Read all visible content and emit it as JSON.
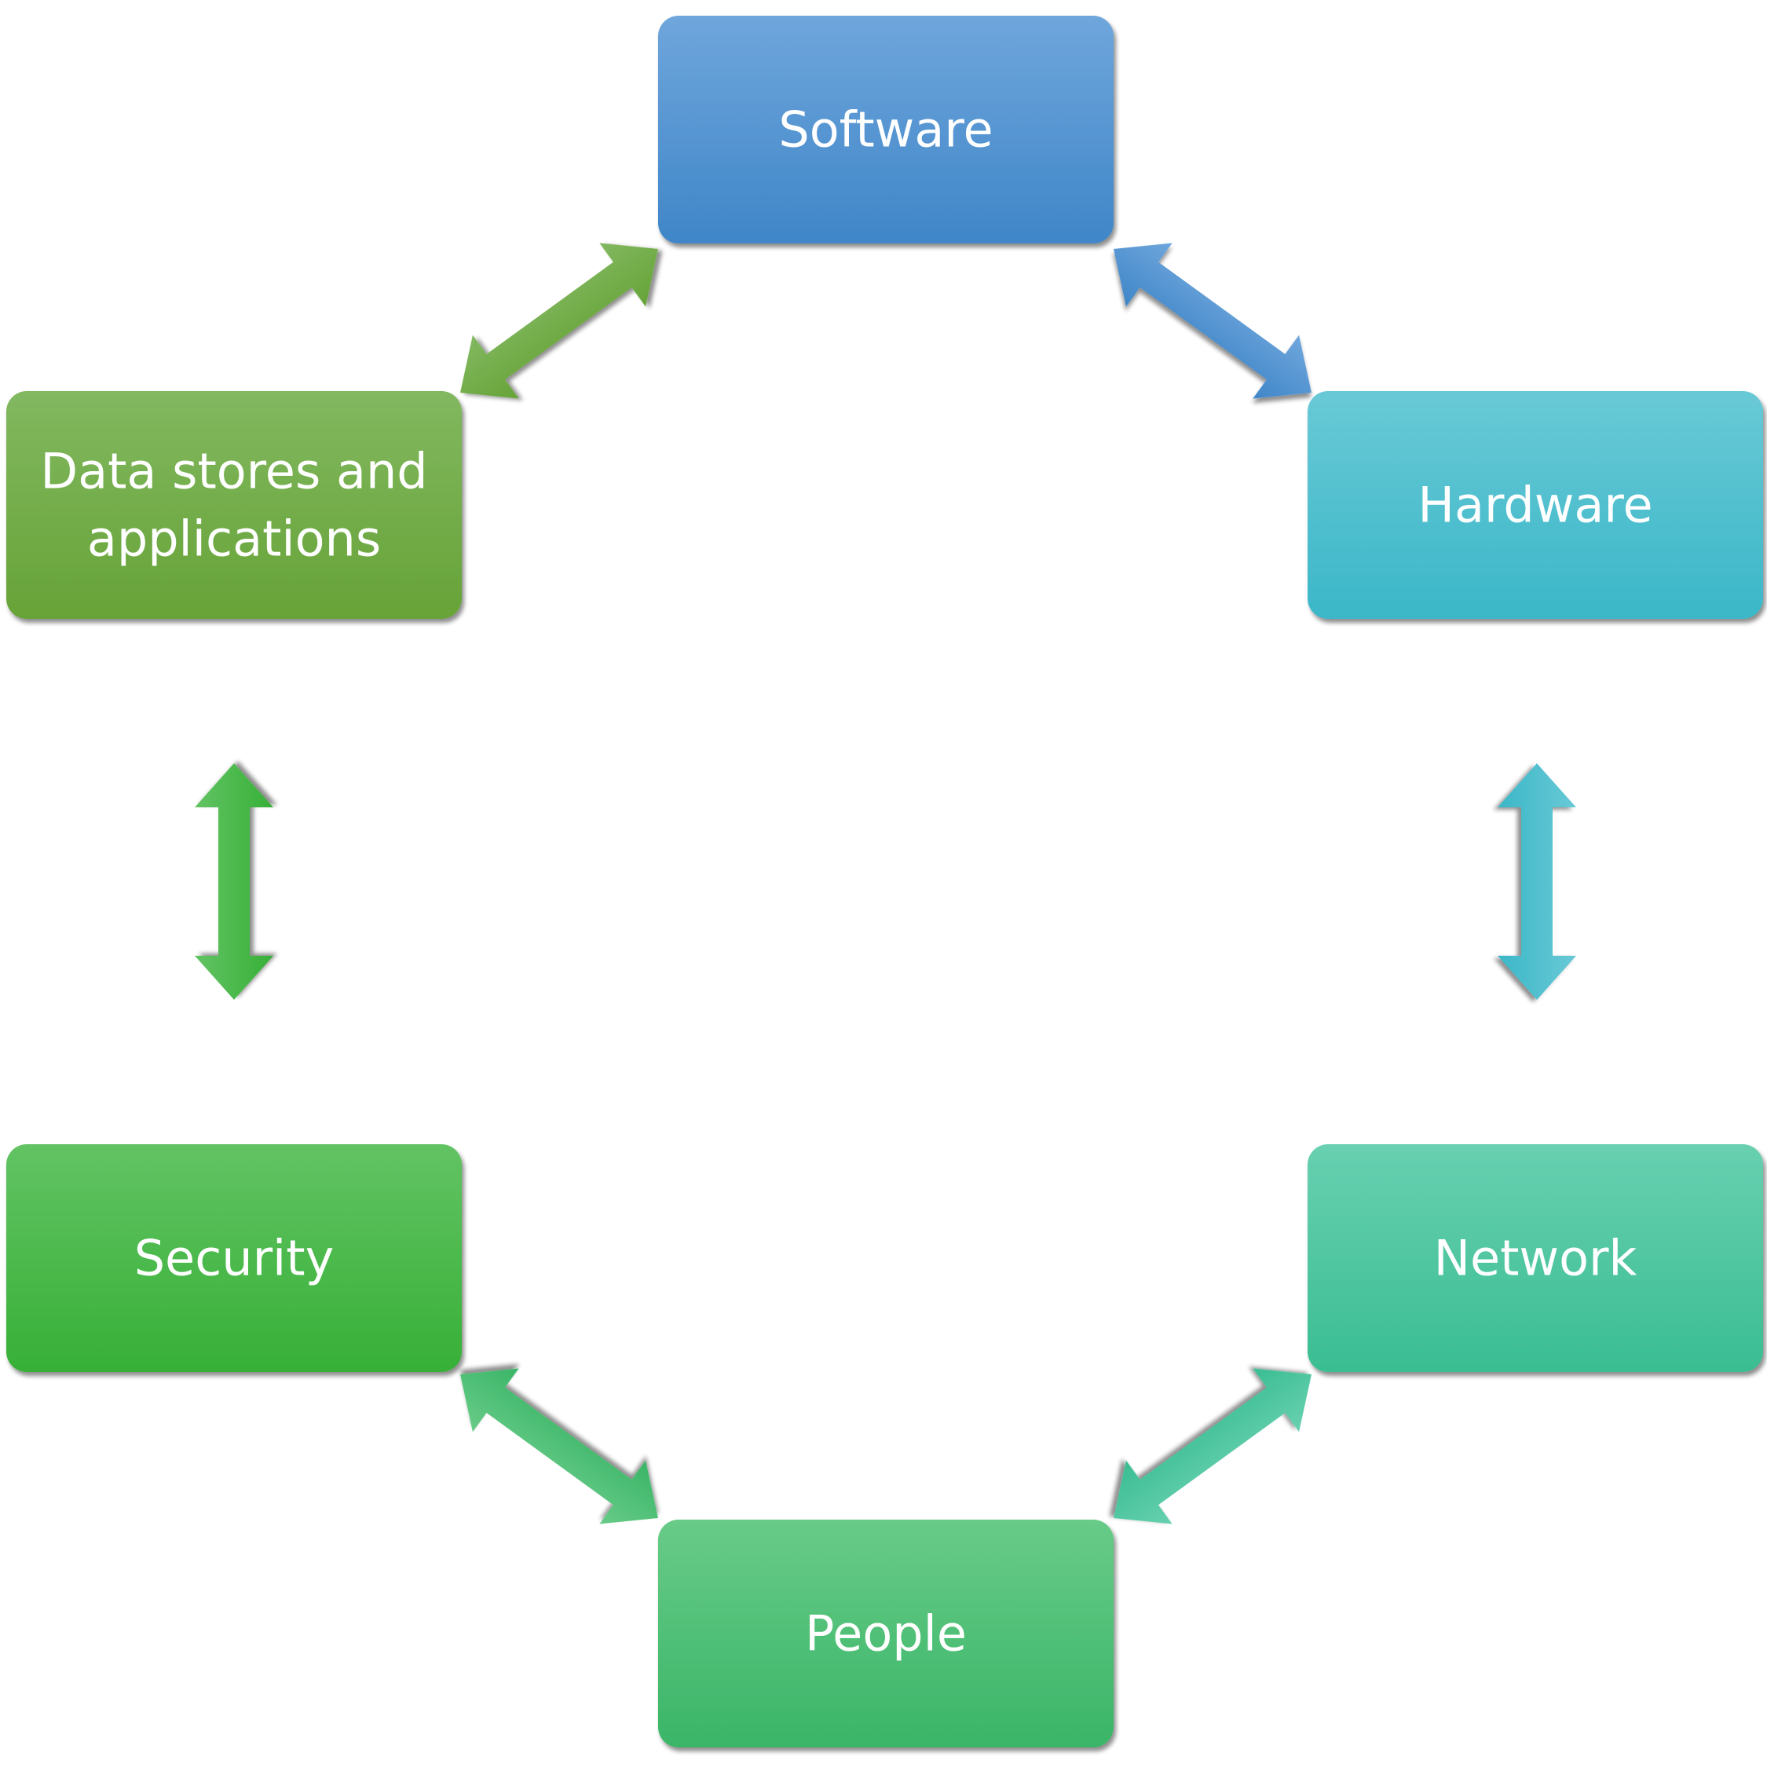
{
  "diagram": {
    "type": "cycle",
    "nodes": [
      {
        "id": "software",
        "lines": [
          "Software"
        ],
        "color_top": "#6FA6DC",
        "color_bottom": "#3F86C8"
      },
      {
        "id": "hardware",
        "lines": [
          "Hardware"
        ],
        "color_top": "#69C9D6",
        "color_bottom": "#3BB7C8"
      },
      {
        "id": "network",
        "lines": [
          "Network"
        ],
        "color_top": "#68D0B0",
        "color_bottom": "#3ABD92"
      },
      {
        "id": "people",
        "lines": [
          "People"
        ],
        "color_top": "#68CB88",
        "color_bottom": "#3AB567"
      },
      {
        "id": "security",
        "lines": [
          "Security"
        ],
        "color_top": "#62C363",
        "color_bottom": "#37B037"
      },
      {
        "id": "data-stores",
        "lines": [
          "Data stores and",
          "applications"
        ],
        "color_top": "#82B860",
        "color_bottom": "#66A337"
      }
    ],
    "connections": [
      {
        "from": "software",
        "to": "hardware",
        "bidirectional": true,
        "color_top": "#6FA6DC",
        "color_bottom": "#3F86C8"
      },
      {
        "from": "hardware",
        "to": "network",
        "bidirectional": true,
        "color_top": "#69C9D6",
        "color_bottom": "#3BB7C8"
      },
      {
        "from": "network",
        "to": "people",
        "bidirectional": true,
        "color_top": "#68D0B0",
        "color_bottom": "#3ABD92"
      },
      {
        "from": "people",
        "to": "security",
        "bidirectional": true,
        "color_top": "#68CB88",
        "color_bottom": "#3AB567"
      },
      {
        "from": "security",
        "to": "data-stores",
        "bidirectional": true,
        "color_top": "#62C363",
        "color_bottom": "#37B037"
      },
      {
        "from": "data-stores",
        "to": "software",
        "bidirectional": true,
        "color_top": "#82B860",
        "color_bottom": "#66A337"
      }
    ]
  }
}
